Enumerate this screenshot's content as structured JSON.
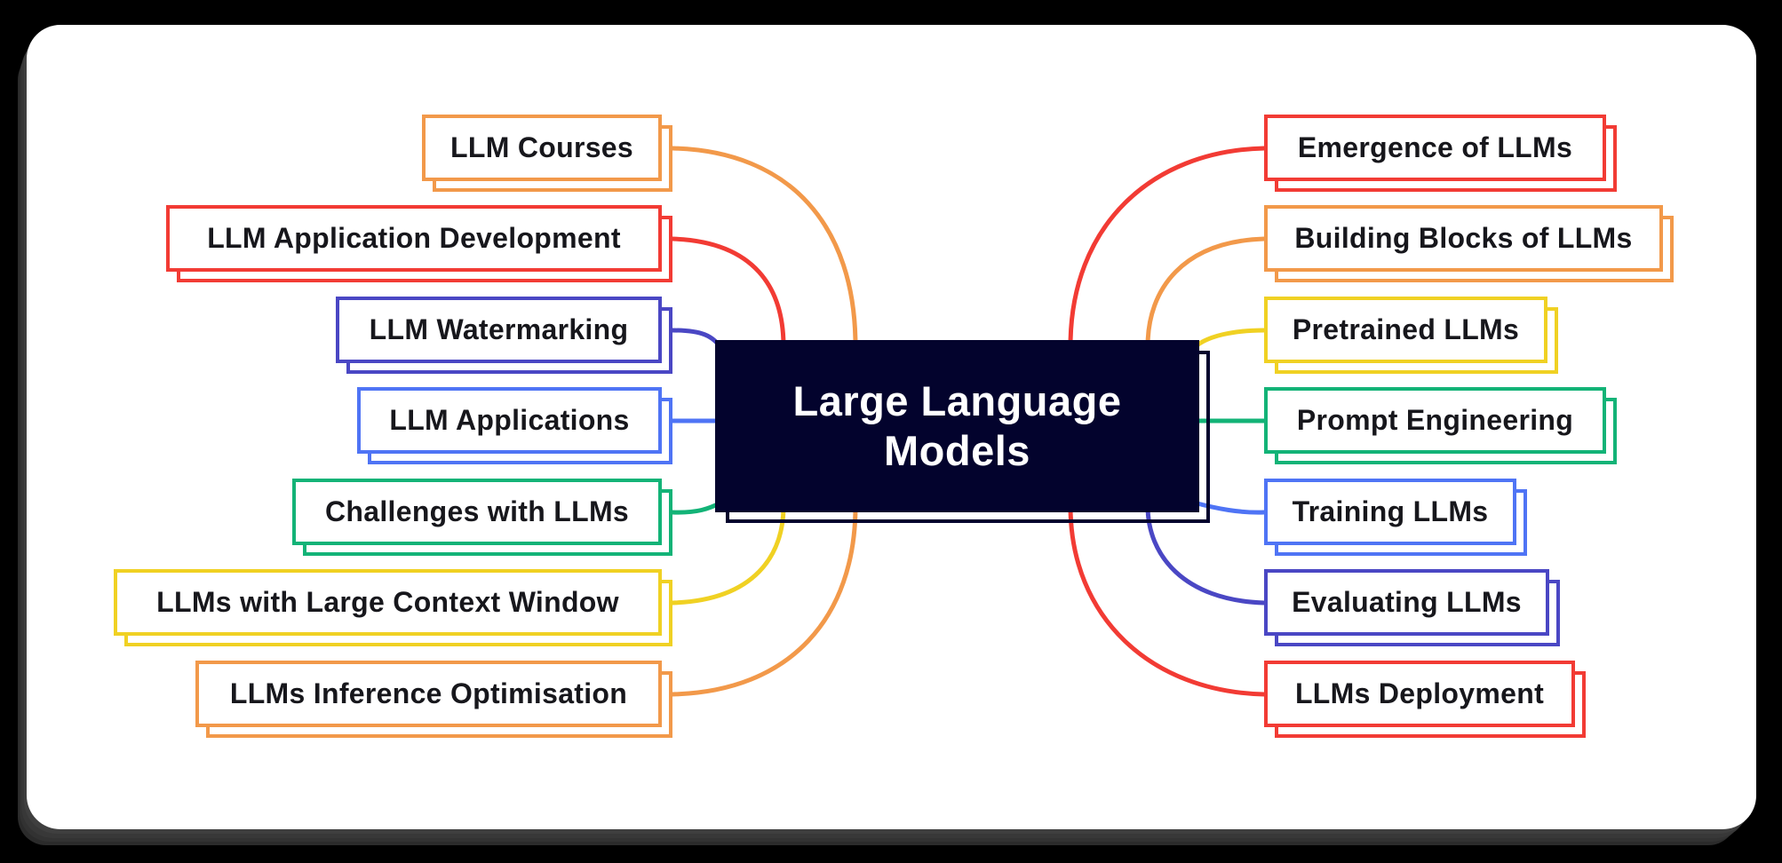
{
  "diagram": {
    "type": "mindmap",
    "center": {
      "title": "Large Language Models",
      "title_lines": [
        "Large Language",
        "Models"
      ],
      "fill_color": "#03032d",
      "text_color": "#ffffff"
    },
    "colors": {
      "orange": "#F2994A",
      "red": "#F23B34",
      "indigo": "#4A47C4",
      "blue": "#4F74F5",
      "green": "#13B377",
      "yellow": "#F0D123"
    },
    "left_branches": [
      {
        "label": "LLM Courses",
        "color": "#F2994A"
      },
      {
        "label": "LLM Application Development",
        "color": "#F23B34"
      },
      {
        "label": "LLM Watermarking",
        "color": "#4A47C4"
      },
      {
        "label": "LLM Applications",
        "color": "#4F74F5"
      },
      {
        "label": "Challenges with LLMs",
        "color": "#13B377"
      },
      {
        "label": "LLMs with Large Context Window",
        "color": "#F0D123"
      },
      {
        "label": "LLMs Inference Optimisation",
        "color": "#F2994A"
      }
    ],
    "right_branches": [
      {
        "label": "Emergence of LLMs",
        "color": "#F23B34"
      },
      {
        "label": "Building Blocks of LLMs",
        "color": "#F2994A"
      },
      {
        "label": "Pretrained LLMs",
        "color": "#F0D123"
      },
      {
        "label": "Prompt Engineering",
        "color": "#13B377"
      },
      {
        "label": "Training LLMs",
        "color": "#4F74F5"
      },
      {
        "label": "Evaluating LLMs",
        "color": "#4A47C4"
      },
      {
        "label": "LLMs Deployment",
        "color": "#F23B34"
      }
    ]
  }
}
